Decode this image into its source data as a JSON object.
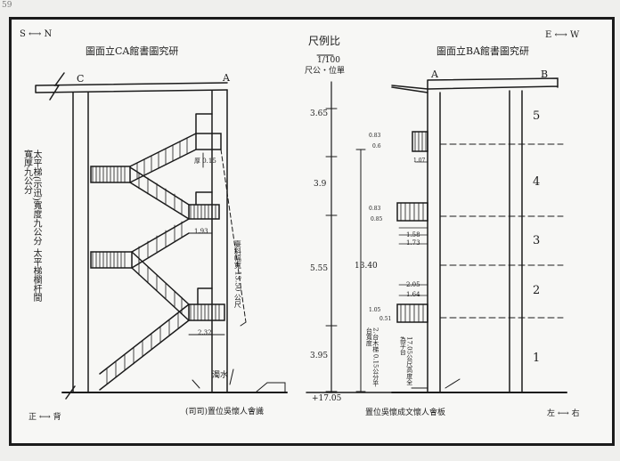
{
  "page_mark": "59",
  "left_section": {
    "title": "圖面立CA館書圖究研",
    "direction_top": "S ⟷ N",
    "direction_bottom": "正 ⟷ 背",
    "grid_left": "C",
    "grid_right": "A",
    "vertical_note": "太平梯(示迅)寬度九公分 太平梯欄杆間寬厚九公分",
    "tread_note": "厚 0.15",
    "dims": [
      "1.93",
      "2.32"
    ],
    "slope_note": "臺斜幅寬 13.50 公尺",
    "ground_note_1": "濁水",
    "ground_note_2": "(司司)置位吳懷人會識"
  },
  "scale": {
    "title": "尺例比",
    "ratio": "1/100",
    "unit": "尺公・位單",
    "levels": [
      "3.65",
      "3.9",
      "5.55",
      "3.95",
      "+17.05"
    ]
  },
  "right_section": {
    "title": "圖面立BA館書圖究研",
    "direction_top": "E ⟷ W",
    "direction_bottom": "左 ⟷ 右",
    "grid_left": "A",
    "grid_right": "B",
    "floors": [
      "5",
      "4",
      "3",
      "2",
      "1"
    ],
    "overall_height": "13.40",
    "small_dims": [
      "0.83",
      "0.6",
      "0.83",
      "0.85",
      "1.58",
      "1.73",
      "2.05",
      "1.64",
      "1.05"
    ],
    "landing_notes": [
      "1.07",
      "0.51"
    ],
    "note_vertical_1": "2.台木梯 0.15公分平台寬度",
    "note_vertical_2": "17.05公尺高度全為平台",
    "ground_note": "置位吳懷成文懷人會板"
  },
  "colors": {
    "ink": "#1b1b1b",
    "paper": "#f7f7f5",
    "margin": "#efefed"
  }
}
